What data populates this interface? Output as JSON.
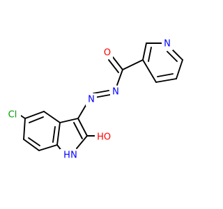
{
  "molecule": {
    "atoms": {
      "carbonyl_oxygen": {
        "symbol": "O",
        "color": "#ff0000"
      },
      "pyridine_nitrogen": {
        "symbol": "N",
        "color": "#0000ff"
      },
      "amide_nitrogen": {
        "symbol": "N",
        "color": "#0000ff"
      },
      "azo_nitrogen": {
        "symbol": "N",
        "color": "#0000ff"
      },
      "chlorine": {
        "symbol": "Cl",
        "color": "#00a000"
      },
      "hydroxyl_oxygen": {
        "symbol": "O",
        "color": "#ff0000"
      },
      "hydroxyl_hydrogen": {
        "symbol": "H",
        "color": "#ff0000"
      },
      "indole_nitrogen": {
        "symbol": "N",
        "color": "#0000ff"
      },
      "indole_hydrogen": {
        "symbol": "H",
        "color": "#0000ff"
      }
    },
    "bond_color": "#000000"
  }
}
